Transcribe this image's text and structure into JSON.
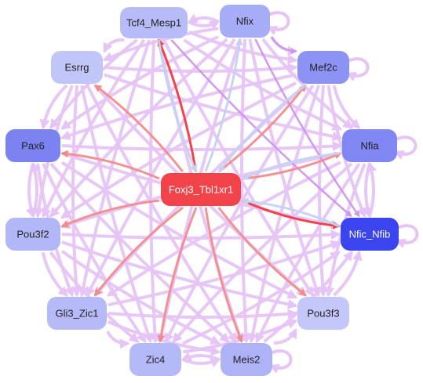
{
  "palette": {
    "edge_default": "#e6c4f5",
    "edge_red": "#f28c8c",
    "edge_blue": "#c5d2f2",
    "edge_strong_red": "#f2434a",
    "edge_purple": "#cf94ee",
    "text_dark": "#222222",
    "text_light": "#ffffff"
  },
  "graph": {
    "hub": "Foxj3_Tbl1xr1",
    "nodes": [
      {
        "id": "Tcf4_Mesp1",
        "label": "Tcf4_Mesp1",
        "color": "#b7bcf8",
        "text_color": "#222222",
        "self_loop": false
      },
      {
        "id": "Nfix",
        "label": "Nfix",
        "color": "#a6acf6",
        "text_color": "#222222",
        "self_loop": true
      },
      {
        "id": "Esrrg",
        "label": "Esrrg",
        "color": "#c1c6f8",
        "text_color": "#222222",
        "self_loop": false
      },
      {
        "id": "Mef2c",
        "label": "Mef2c",
        "color": "#8c93f4",
        "text_color": "#222222",
        "self_loop": true
      },
      {
        "id": "Pax6",
        "label": "Pax6",
        "color": "#7b82f2",
        "text_color": "#222222",
        "self_loop": false
      },
      {
        "id": "Foxj3_Tbl1xr1",
        "label": "Foxj3_Tbl1xr1",
        "color": "#f2434a",
        "text_color": "#ffffff",
        "self_loop": false
      },
      {
        "id": "Nfia",
        "label": "Nfia",
        "color": "#8087f3",
        "text_color": "#222222",
        "self_loop": true
      },
      {
        "id": "Pou3f2",
        "label": "Pou3f2",
        "color": "#b2b7f7",
        "text_color": "#222222",
        "self_loop": false
      },
      {
        "id": "Nfic_Nfib",
        "label": "Nfic_Nfib",
        "color": "#3a45ef",
        "text_color": "#ffffff",
        "self_loop": true
      },
      {
        "id": "Gli3_Zic1",
        "label": "Gli3_Zic1",
        "color": "#b6bbf8",
        "text_color": "#222222",
        "self_loop": false
      },
      {
        "id": "Pou3f3",
        "label": "Pou3f3",
        "color": "#c3c7f9",
        "text_color": "#222222",
        "self_loop": false
      },
      {
        "id": "Zic4",
        "label": "Zic4",
        "color": "#b4b9f8",
        "text_color": "#222222",
        "self_loop": false
      },
      {
        "id": "Meis2",
        "label": "Meis2",
        "color": "#aeb3f7",
        "text_color": "#222222",
        "self_loop": true
      }
    ],
    "edges": [
      {
        "from": "Foxj3_Tbl1xr1",
        "to": "Tcf4_Mesp1",
        "style": "strong_red"
      },
      {
        "from": "Tcf4_Mesp1",
        "to": "Foxj3_Tbl1xr1",
        "style": "blue"
      },
      {
        "from": "Foxj3_Tbl1xr1",
        "to": "Nfix",
        "style": "blue"
      },
      {
        "from": "Foxj3_Tbl1xr1",
        "to": "Esrrg",
        "style": "red"
      },
      {
        "from": "Foxj3_Tbl1xr1",
        "to": "Mef2c",
        "style": "red"
      },
      {
        "from": "Mef2c",
        "to": "Foxj3_Tbl1xr1",
        "style": "blue"
      },
      {
        "from": "Foxj3_Tbl1xr1",
        "to": "Pax6",
        "style": "red"
      },
      {
        "from": "Foxj3_Tbl1xr1",
        "to": "Nfia",
        "style": "red"
      },
      {
        "from": "Nfia",
        "to": "Foxj3_Tbl1xr1",
        "style": "blue"
      },
      {
        "from": "Foxj3_Tbl1xr1",
        "to": "Pou3f2",
        "style": "red"
      },
      {
        "from": "Foxj3_Tbl1xr1",
        "to": "Nfic_Nfib",
        "style": "strong_red"
      },
      {
        "from": "Nfic_Nfib",
        "to": "Foxj3_Tbl1xr1",
        "style": "blue"
      },
      {
        "from": "Foxj3_Tbl1xr1",
        "to": "Gli3_Zic1",
        "style": "red"
      },
      {
        "from": "Foxj3_Tbl1xr1",
        "to": "Pou3f3",
        "style": "red"
      },
      {
        "from": "Foxj3_Tbl1xr1",
        "to": "Zic4",
        "style": "red"
      },
      {
        "from": "Foxj3_Tbl1xr1",
        "to": "Meis2",
        "style": "red"
      },
      {
        "from": "Tcf4_Mesp1",
        "to": "Nfix",
        "style": "default"
      },
      {
        "from": "Nfix",
        "to": "Tcf4_Mesp1",
        "style": "default"
      },
      {
        "from": "Tcf4_Mesp1",
        "to": "Esrrg",
        "style": "default"
      },
      {
        "from": "Tcf4_Mesp1",
        "to": "Mef2c",
        "style": "default"
      },
      {
        "from": "Tcf4_Mesp1",
        "to": "Pax6",
        "style": "default"
      },
      {
        "from": "Tcf4_Mesp1",
        "to": "Nfia",
        "style": "default"
      },
      {
        "from": "Tcf4_Mesp1",
        "to": "Pou3f2",
        "style": "default"
      },
      {
        "from": "Tcf4_Mesp1",
        "to": "Gli3_Zic1",
        "style": "default"
      },
      {
        "from": "Tcf4_Mesp1",
        "to": "Zic4",
        "style": "default"
      },
      {
        "from": "Tcf4_Mesp1",
        "to": "Meis2",
        "style": "default"
      },
      {
        "from": "Tcf4_Mesp1",
        "to": "Pou3f3",
        "style": "default"
      },
      {
        "from": "Nfix",
        "to": "Mef2c",
        "style": "default"
      },
      {
        "from": "Nfix",
        "to": "Esrrg",
        "style": "default"
      },
      {
        "from": "Nfix",
        "to": "Pax6",
        "style": "default"
      },
      {
        "from": "Nfix",
        "to": "Nfia",
        "style": "default"
      },
      {
        "from": "Nfix",
        "to": "Pou3f2",
        "style": "default"
      },
      {
        "from": "Nfix",
        "to": "Gli3_Zic1",
        "style": "default"
      },
      {
        "from": "Nfix",
        "to": "Zic4",
        "style": "default"
      },
      {
        "from": "Nfix",
        "to": "Meis2",
        "style": "default"
      },
      {
        "from": "Nfix",
        "to": "Pou3f3",
        "style": "default"
      },
      {
        "from": "Nfix",
        "to": "Nfic_Nfib",
        "style": "purple"
      },
      {
        "from": "Esrrg",
        "to": "Mef2c",
        "style": "default"
      },
      {
        "from": "Esrrg",
        "to": "Nfia",
        "style": "default"
      },
      {
        "from": "Esrrg",
        "to": "Pax6",
        "style": "default"
      },
      {
        "from": "Esrrg",
        "to": "Pou3f2",
        "style": "default"
      },
      {
        "from": "Esrrg",
        "to": "Gli3_Zic1",
        "style": "default"
      },
      {
        "from": "Esrrg",
        "to": "Zic4",
        "style": "default"
      },
      {
        "from": "Esrrg",
        "to": "Meis2",
        "style": "default"
      },
      {
        "from": "Esrrg",
        "to": "Pou3f3",
        "style": "default"
      },
      {
        "from": "Tcf4_Mesp1",
        "to": "Nfic_Nfib",
        "style": "purple"
      },
      {
        "from": "Mef2c",
        "to": "Nfia",
        "style": "default"
      },
      {
        "from": "Mef2c",
        "to": "Pax6",
        "style": "default"
      },
      {
        "from": "Mef2c",
        "to": "Pou3f2",
        "style": "default"
      },
      {
        "from": "Mef2c",
        "to": "Gli3_Zic1",
        "style": "default"
      },
      {
        "from": "Mef2c",
        "to": "Zic4",
        "style": "default"
      },
      {
        "from": "Mef2c",
        "to": "Meis2",
        "style": "default"
      },
      {
        "from": "Mef2c",
        "to": "Pou3f3",
        "style": "default"
      },
      {
        "from": "Pax6",
        "to": "Nfia",
        "style": "default"
      },
      {
        "from": "Pax6",
        "to": "Pou3f2",
        "style": "default"
      },
      {
        "from": "Pou3f2",
        "to": "Pax6",
        "style": "default"
      },
      {
        "from": "Pax6",
        "to": "Gli3_Zic1",
        "style": "default"
      },
      {
        "from": "Pax6",
        "to": "Zic4",
        "style": "default"
      },
      {
        "from": "Pax6",
        "to": "Meis2",
        "style": "default"
      },
      {
        "from": "Pax6",
        "to": "Pou3f3",
        "style": "default"
      },
      {
        "from": "Pax6",
        "to": "Nfic_Nfib",
        "style": "default"
      },
      {
        "from": "Nfia",
        "to": "Nfic_Nfib",
        "style": "default"
      },
      {
        "from": "Nfic_Nfib",
        "to": "Nfia",
        "style": "default"
      },
      {
        "from": "Nfia",
        "to": "Pou3f2",
        "style": "default"
      },
      {
        "from": "Nfia",
        "to": "Gli3_Zic1",
        "style": "default"
      },
      {
        "from": "Nfia",
        "to": "Zic4",
        "style": "default"
      },
      {
        "from": "Nfia",
        "to": "Meis2",
        "style": "default"
      },
      {
        "from": "Nfia",
        "to": "Pou3f3",
        "style": "default"
      },
      {
        "from": "Pou3f2",
        "to": "Nfic_Nfib",
        "style": "default"
      },
      {
        "from": "Pou3f2",
        "to": "Gli3_Zic1",
        "style": "default"
      },
      {
        "from": "Pou3f2",
        "to": "Zic4",
        "style": "default"
      },
      {
        "from": "Pou3f2",
        "to": "Meis2",
        "style": "default"
      },
      {
        "from": "Pou3f2",
        "to": "Pou3f3",
        "style": "default"
      },
      {
        "from": "Gli3_Zic1",
        "to": "Zic4",
        "style": "default"
      },
      {
        "from": "Gli3_Zic1",
        "to": "Meis2",
        "style": "default"
      },
      {
        "from": "Gli3_Zic1",
        "to": "Nfic_Nfib",
        "style": "default"
      },
      {
        "from": "Gli3_Zic1",
        "to": "Pou3f3",
        "style": "default"
      },
      {
        "from": "Zic4",
        "to": "Meis2",
        "style": "default"
      },
      {
        "from": "Meis2",
        "to": "Zic4",
        "style": "default"
      },
      {
        "from": "Zic4",
        "to": "Pou3f3",
        "style": "default"
      },
      {
        "from": "Zic4",
        "to": "Nfic_Nfib",
        "style": "default"
      },
      {
        "from": "Meis2",
        "to": "Pou3f3",
        "style": "default"
      },
      {
        "from": "Meis2",
        "to": "Nfic_Nfib",
        "style": "default"
      },
      {
        "from": "Pou3f3",
        "to": "Nfic_Nfib",
        "style": "default"
      },
      {
        "from": "Mef2c",
        "to": "Nfic_Nfib",
        "style": "default"
      },
      {
        "from": "Nfix",
        "to": "Mef2c",
        "style": "purple"
      }
    ]
  }
}
